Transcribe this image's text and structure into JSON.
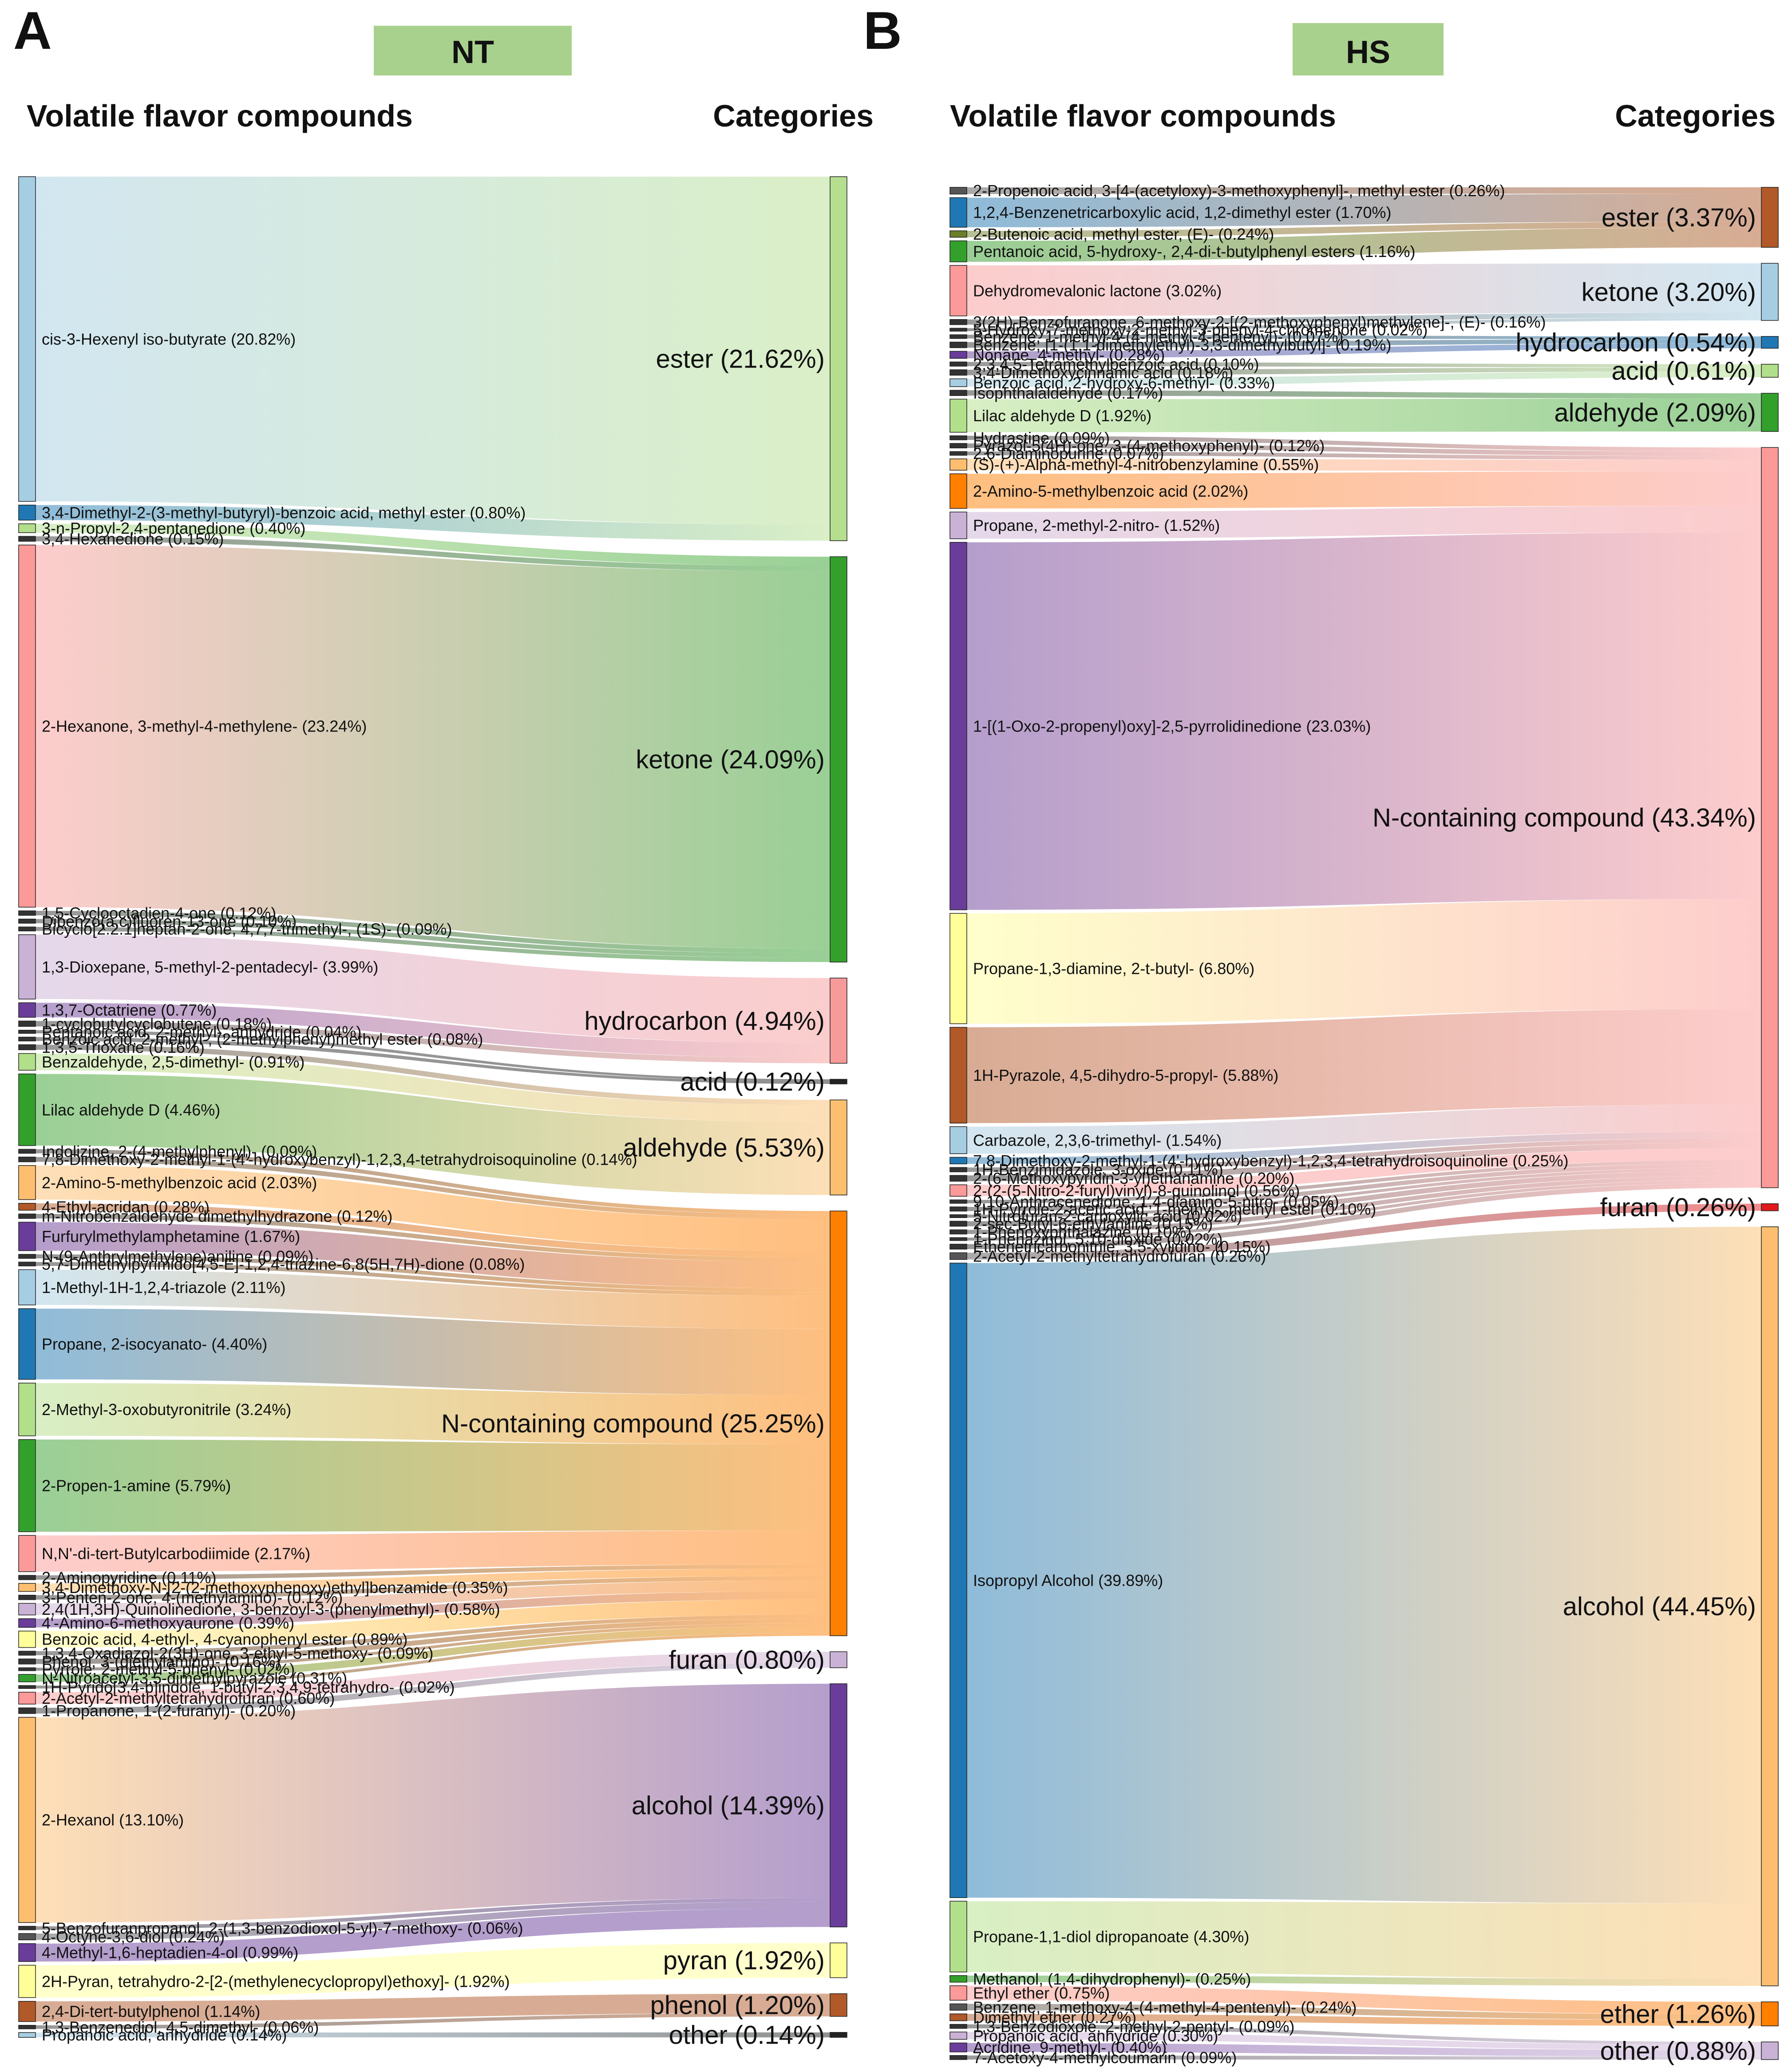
{
  "panels": [
    {
      "id": "A",
      "letter": "A",
      "group": "NT",
      "left_header": "Volatile flavor compounds",
      "right_header": "Categories",
      "categories": [
        {
          "label": "ester (21.62%)",
          "value": 21.62,
          "color": "#b5df8f"
        },
        {
          "label": "ketone (24.09%)",
          "value": 24.09,
          "color": "#33a02c"
        },
        {
          "label": "hydrocarbon (4.94%)",
          "value": 4.94,
          "color": "#f79a9a"
        },
        {
          "label": "acid (0.12%)",
          "value": 0.12,
          "color": "#222222"
        },
        {
          "label": "aldehyde (5.53%)",
          "value": 5.53,
          "color": "#fbbf6f"
        },
        {
          "label": "N-containing compound (25.25%)",
          "value": 25.25,
          "color": "#ff7f00"
        },
        {
          "label": "furan (0.80%)",
          "value": 0.8,
          "color": "#cab2d6"
        },
        {
          "label": "alcohol (14.39%)",
          "value": 14.39,
          "color": "#6a3d9a"
        },
        {
          "label": "pyran (1.92%)",
          "value": 1.92,
          "color": "#ffff99"
        },
        {
          "label": "phenol (1.20%)",
          "value": 1.2,
          "color": "#b15928"
        },
        {
          "label": "other (0.14%)",
          "value": 0.14,
          "color": "#222222"
        }
      ],
      "compounds": [
        {
          "label": "cis-3-Hexenyl iso-butyrate (20.82%)",
          "value": 20.82,
          "color": "#a6cee3",
          "cat": 0
        },
        {
          "label": "3,4-Dimethyl-2-(3-methyl-butyryl)-benzoic acid, methyl ester (0.80%)",
          "value": 0.8,
          "color": "#1f78b4",
          "cat": 0
        },
        {
          "label": "3-n-Propyl-2,4-pentanedione (0.40%)",
          "value": 0.4,
          "color": "#b2df8a",
          "cat": 1
        },
        {
          "label": "3,4-Hexanedione (0.15%)",
          "value": 0.15,
          "color": "#333333",
          "cat": 1
        },
        {
          "label": "2-Hexanone, 3-methyl-4-methylene- (23.24%)",
          "value": 23.24,
          "color": "#fb9a99",
          "cat": 1
        },
        {
          "label": "1,5-Cyclooctadien-4-one (0.12%)",
          "value": 0.12,
          "color": "#333333",
          "cat": 1
        },
        {
          "label": "Dibenzo(a,c)fluoren-13-one (0.10%)",
          "value": 0.1,
          "color": "#333333",
          "cat": 1
        },
        {
          "label": "Bicyclo[2.2.1]heptan-2-one, 4,7,7-trimethyl-, (1S)- (0.09%)",
          "value": 0.09,
          "color": "#333333",
          "cat": 1
        },
        {
          "label": "1,3-Dioxepane, 5-methyl-2-pentadecyl- (3.99%)",
          "value": 3.99,
          "color": "#cab2d6",
          "cat": 2
        },
        {
          "label": "1,3,7-Octatriene (0.77%)",
          "value": 0.77,
          "color": "#6a3d9a",
          "cat": 2
        },
        {
          "label": "1-cyclobutylcyclobutene (0.18%)",
          "value": 0.18,
          "color": "#333333",
          "cat": 2
        },
        {
          "label": "Pentanoic acid, 2-methyl-, anhydride (0.04%)",
          "value": 0.04,
          "color": "#333333",
          "cat": 3
        },
        {
          "label": "Benzoic acid, 2-methyl-, (2-methylphenyl)methyl ester (0.08%)",
          "value": 0.08,
          "color": "#333333",
          "cat": 3
        },
        {
          "label": "1,3,5-Trioxane (0.16%)",
          "value": 0.16,
          "color": "#333333",
          "cat": 4
        },
        {
          "label": "Benzaldehyde, 2,5-dimethyl- (0.91%)",
          "value": 0.91,
          "color": "#b2df8a",
          "cat": 4
        },
        {
          "label": "Lilac aldehyde D (4.46%)",
          "value": 4.46,
          "color": "#33a02c",
          "cat": 4
        },
        {
          "label": "Indolizine, 2-(4-methylphenyl)- (0.09%)",
          "value": 0.09,
          "color": "#333333",
          "cat": 5
        },
        {
          "label": "7,8-Dimethoxy-2-methyl-1-(4'-hydroxybenzyl)-1,2,3,4-tetrahydroisoquinoline (0.14%)",
          "value": 0.14,
          "color": "#333333",
          "cat": 5
        },
        {
          "label": "2-Amino-5-methylbenzoic acid (2.03%)",
          "value": 2.03,
          "color": "#fdbf6f",
          "cat": 5
        },
        {
          "label": "4-Ethyl-acridan (0.28%)",
          "value": 0.28,
          "color": "#b15928",
          "cat": 5
        },
        {
          "label": "m-Nitrobenzaldehyde dimethylhydrazone (0.12%)",
          "value": 0.12,
          "color": "#333333",
          "cat": 5
        },
        {
          "label": "Furfurylmethylamphetamine (1.67%)",
          "value": 1.67,
          "color": "#6a3d9a",
          "cat": 5
        },
        {
          "label": "N-(9-Anthrylmethylene)aniline (0.09%)",
          "value": 0.09,
          "color": "#333333",
          "cat": 5
        },
        {
          "label": "5,7-Dimethylpyrimido[4,5-E]-1,2,4-triazine-6,8(5H,7H)-dione (0.08%)",
          "value": 0.08,
          "color": "#333333",
          "cat": 5
        },
        {
          "label": "1-Methyl-1H-1,2,4-triazole (2.11%)",
          "value": 2.11,
          "color": "#a6cee3",
          "cat": 5
        },
        {
          "label": "Propane, 2-isocyanato- (4.40%)",
          "value": 4.4,
          "color": "#1f78b4",
          "cat": 5
        },
        {
          "label": "2-Methyl-3-oxobutyronitrile (3.24%)",
          "value": 3.24,
          "color": "#b2df8a",
          "cat": 5
        },
        {
          "label": "2-Propen-1-amine (5.79%)",
          "value": 5.79,
          "color": "#33a02c",
          "cat": 5
        },
        {
          "label": "N,N'-di-tert-Butylcarbodiimide (2.17%)",
          "value": 2.17,
          "color": "#fb9a99",
          "cat": 5
        },
        {
          "label": "2-Aminopyridine (0.11%)",
          "value": 0.11,
          "color": "#333333",
          "cat": 5
        },
        {
          "label": "3,4-Dimethoxy-N-[2-(2-methoxyphenoxy)ethyl]benzamide (0.35%)",
          "value": 0.35,
          "color": "#fdbf6f",
          "cat": 5
        },
        {
          "label": "3-Penten-2-one, 4-(methylamino)- (0.12%)",
          "value": 0.12,
          "color": "#333333",
          "cat": 5
        },
        {
          "label": "2,4(1H,3H)-Quinolinedione, 3-benzoyl-3-(phenylmethyl)- (0.58%)",
          "value": 0.58,
          "color": "#cab2d6",
          "cat": 5
        },
        {
          "label": "4'-Amino-6-methoxyaurone (0.39%)",
          "value": 0.39,
          "color": "#6a3d9a",
          "cat": 5
        },
        {
          "label": "Benzoic acid, 4-ethyl-, 4-cyanophenyl ester (0.89%)",
          "value": 0.89,
          "color": "#ffff99",
          "cat": 5
        },
        {
          "label": "1,3,4-Oxadiazol-2(3H)-one, 3-ethyl-5-methoxy- (0.09%)",
          "value": 0.09,
          "color": "#333333",
          "cat": 5
        },
        {
          "label": "Phenol, 3-(diethylamino)- (0.16%)",
          "value": 0.16,
          "color": "#333333",
          "cat": 5
        },
        {
          "label": "Pyrrole, 2-methyl-5-phenyl- (0.02%)",
          "value": 0.02,
          "color": "#333333",
          "cat": 5
        },
        {
          "label": "N-Nitroacetyl-3,5-dimethylpyrazole (0.31%)",
          "value": 0.31,
          "color": "#33a02c",
          "cat": 5
        },
        {
          "label": "1H-Pyrido[3,4-b]indole, 1-butyl-2,3,4,9-tetrahydro- (0.02%)",
          "value": 0.02,
          "color": "#333333",
          "cat": 5
        },
        {
          "label": "2-Acetyl-2-methyltetrahydrofuran (0.60%)",
          "value": 0.6,
          "color": "#fb9a99",
          "cat": 6
        },
        {
          "label": "1-Propanone, 1-(2-furanyl)- (0.20%)",
          "value": 0.2,
          "color": "#333333",
          "cat": 6
        },
        {
          "label": "2-Hexanol (13.10%)",
          "value": 13.1,
          "color": "#fdbf6f",
          "cat": 7
        },
        {
          "label": "5-Benzofuranpropanol, 2-(1,3-benzodioxol-5-yl)-7-methoxy- (0.06%)",
          "value": 0.06,
          "color": "#333333",
          "cat": 7
        },
        {
          "label": "4-Octyne-3,6-diol (0.24%)",
          "value": 0.24,
          "color": "#555555",
          "cat": 7
        },
        {
          "label": "4-Methyl-1,6-heptadien-4-ol (0.99%)",
          "value": 0.99,
          "color": "#6a3d9a",
          "cat": 7
        },
        {
          "label": "2H-Pyran, tetrahydro-2-[2-(methylenecyclopropyl)ethoxy]- (1.92%)",
          "value": 1.92,
          "color": "#ffff99",
          "cat": 8
        },
        {
          "label": "2,4-Di-tert-butylphenol (1.14%)",
          "value": 1.14,
          "color": "#b15928",
          "cat": 9
        },
        {
          "label": "1,3-Benzenediol, 4,5-dimethyl- (0.06%)",
          "value": 0.06,
          "color": "#333333",
          "cat": 9
        },
        {
          "label": "Propanoic acid, anhydride (0.14%)",
          "value": 0.14,
          "color": "#a6cee3",
          "cat": 10
        }
      ]
    },
    {
      "id": "B",
      "letter": "B",
      "group": "HS",
      "left_header": "Volatile flavor compounds",
      "right_header": "Categories",
      "categories": [
        {
          "label": "ester (3.37%)",
          "value": 3.37,
          "color": "#b15928"
        },
        {
          "label": "ketone (3.20%)",
          "value": 3.2,
          "color": "#a6cee3"
        },
        {
          "label": "hydrocarbon (0.54%)",
          "value": 0.54,
          "color": "#1f78b4"
        },
        {
          "label": "acid (0.61%)",
          "value": 0.61,
          "color": "#b2df8a"
        },
        {
          "label": "aldehyde (2.09%)",
          "value": 2.09,
          "color": "#33a02c"
        },
        {
          "label": "N-containing compound (43.34%)",
          "value": 43.34,
          "color": "#fb9a99"
        },
        {
          "label": "furan (0.26%)",
          "value": 0.26,
          "color": "#e31a1c"
        },
        {
          "label": "alcohol (44.45%)",
          "value": 44.45,
          "color": "#fdbf6f"
        },
        {
          "label": "ether (1.26%)",
          "value": 1.26,
          "color": "#ff7f00"
        },
        {
          "label": "other (0.88%)",
          "value": 0.88,
          "color": "#cab2d6"
        }
      ],
      "compounds": [
        {
          "label": "2-Propenoic acid, 3-[4-(acetyloxy)-3-methoxyphenyl]-, methyl ester (0.26%)",
          "value": 0.26,
          "color": "#555555",
          "cat": 0
        },
        {
          "label": "1,2,4-Benzenetricarboxylic acid, 1,2-dimethyl ester (1.70%)",
          "value": 1.7,
          "color": "#1f78b4",
          "cat": 0
        },
        {
          "label": "2-Butenoic acid, methyl ester, (E)- (0.24%)",
          "value": 0.24,
          "color": "#6b7f2a",
          "cat": 0
        },
        {
          "label": "Pentanoic acid, 5-hydroxy-, 2,4-di-t-butylphenyl esters (1.16%)",
          "value": 1.16,
          "color": "#33a02c",
          "cat": 0
        },
        {
          "label": "Dehydromevalonic lactone (3.02%)",
          "value": 3.02,
          "color": "#fb9a99",
          "cat": 1
        },
        {
          "label": "3(2H)-Benzofuranone, 6-methoxy-2-[(2-methoxyphenyl)methylene]-, (E)- (0.16%)",
          "value": 0.16,
          "color": "#333333",
          "cat": 1
        },
        {
          "label": "5-Hydroxy-7-methoxy-2-methyl-3-phenyl-4-chromenone (0.02%)",
          "value": 0.02,
          "color": "#333333",
          "cat": 1
        },
        {
          "label": "Benzene, 1-methyl-4-(4-methyl-4-pentenyl)- (0.07%)",
          "value": 0.07,
          "color": "#333333",
          "cat": 2
        },
        {
          "label": "Benzene, [1-(1,1-dimethylethyl)-3,3-dimethylbutyl]- (0.19%)",
          "value": 0.19,
          "color": "#333333",
          "cat": 2
        },
        {
          "label": "Nonane, 4-methyl- (0.28%)",
          "value": 0.28,
          "color": "#6a3d9a",
          "cat": 2
        },
        {
          "label": "2,3,4,5-Tetramethylbenzoic acid (0.10%)",
          "value": 0.1,
          "color": "#333333",
          "cat": 3
        },
        {
          "label": "3,4-Dimethoxycinnamic acid (0.18%)",
          "value": 0.18,
          "color": "#333333",
          "cat": 3
        },
        {
          "label": "Benzoic acid, 2-hydroxy-6-methyl- (0.33%)",
          "value": 0.33,
          "color": "#a6cee3",
          "cat": 3
        },
        {
          "label": "Isophthalaldehyde (0.17%)",
          "value": 0.17,
          "color": "#333333",
          "cat": 4
        },
        {
          "label": "Lilac aldehyde D (1.92%)",
          "value": 1.92,
          "color": "#b2df8a",
          "cat": 4
        },
        {
          "label": "Hydrastine (0.09%)",
          "value": 0.09,
          "color": "#333333",
          "cat": 5
        },
        {
          "label": "Pyrazol-5(4H)-one, 3-(4-methoxyphenyl)- (0.12%)",
          "value": 0.12,
          "color": "#333333",
          "cat": 5
        },
        {
          "label": "2,6-Diaminopurine (0.07%)",
          "value": 0.07,
          "color": "#333333",
          "cat": 5
        },
        {
          "label": "(S)-(+)-Alpha-methyl-4-nitrobenzylamine (0.55%)",
          "value": 0.55,
          "color": "#fdbf6f",
          "cat": 5
        },
        {
          "label": "2-Amino-5-methylbenzoic acid (2.02%)",
          "value": 2.02,
          "color": "#ff7f00",
          "cat": 5
        },
        {
          "label": "Propane, 2-methyl-2-nitro- (1.52%)",
          "value": 1.52,
          "color": "#cab2d6",
          "cat": 5
        },
        {
          "label": "1-[(1-Oxo-2-propenyl)oxy]-2,5-pyrrolidinedione (23.03%)",
          "value": 23.03,
          "color": "#6a3d9a",
          "cat": 5
        },
        {
          "label": "Propane-1,3-diamine, 2-t-butyl- (6.80%)",
          "value": 6.8,
          "color": "#ffff99",
          "cat": 5
        },
        {
          "label": "1H-Pyrazole, 4,5-dihydro-5-propyl- (5.88%)",
          "value": 5.88,
          "color": "#b15928",
          "cat": 5
        },
        {
          "label": "Carbazole, 2,3,6-trimethyl- (1.54%)",
          "value": 1.54,
          "color": "#a6cee3",
          "cat": 5
        },
        {
          "label": "7,8-Dimethoxy-2-methyl-1-(4'-hydroxybenzyl)-1,2,3,4-tetrahydroisoquinoline (0.25%)",
          "value": 0.25,
          "color": "#1f78b4",
          "cat": 5
        },
        {
          "label": "1H-Benzimidazole, 3-oxide (0.11%)",
          "value": 0.11,
          "color": "#333333",
          "cat": 5
        },
        {
          "label": "2-(6-Methoxypyridin-3-yl)ethanamine (0.20%)",
          "value": 0.2,
          "color": "#333333",
          "cat": 5
        },
        {
          "label": "2-(2-(5-Nitro-2-furyl)vinyl)-8-quinolinol (0.56%)",
          "value": 0.56,
          "color": "#fb9a99",
          "cat": 5
        },
        {
          "label": "9,10-Anthracenedione, 1,4-diamino-5-nitro- (0.05%)",
          "value": 0.05,
          "color": "#333333",
          "cat": 5
        },
        {
          "label": "1H-Pyrrole-2-acetic acid, 1-methyl-, methyl ester (0.10%)",
          "value": 0.1,
          "color": "#333333",
          "cat": 5
        },
        {
          "label": "5-Nitrofuran-2-carboxylic acid (0.02%)",
          "value": 0.02,
          "color": "#333333",
          "cat": 5
        },
        {
          "label": "2-sec-Butyl-6-ethylaniline (0.15%)",
          "value": 0.15,
          "color": "#333333",
          "cat": 5
        },
        {
          "label": "1-Phenoxyphthalazine (0.10%)",
          "value": 0.1,
          "color": "#333333",
          "cat": 5
        },
        {
          "label": "1-Phenazinol, 5,10-dioxide (0.02%)",
          "value": 0.02,
          "color": "#333333",
          "cat": 5
        },
        {
          "label": "Ethenetricarbonitrile, 3,5-xylidino- (0.15%)",
          "value": 0.15,
          "color": "#333333",
          "cat": 5
        },
        {
          "label": "2-Acetyl-2-methyltetrahydrofuran (0.26%)",
          "value": 0.26,
          "color": "#555555",
          "cat": 6
        },
        {
          "label": "Isopropyl Alcohol (39.89%)",
          "value": 39.89,
          "color": "#1f78b4",
          "cat": 7
        },
        {
          "label": "Propane-1,1-diol dipropanoate (4.30%)",
          "value": 4.3,
          "color": "#b2df8a",
          "cat": 7
        },
        {
          "label": "Methanol, (1,4-dihydrophenyl)- (0.25%)",
          "value": 0.25,
          "color": "#33a02c",
          "cat": 7
        },
        {
          "label": "Ethyl ether (0.75%)",
          "value": 0.75,
          "color": "#fb9a99",
          "cat": 8
        },
        {
          "label": "Benzene, 1-methoxy-4-(4-methyl-4-pentenyl)- (0.24%)",
          "value": 0.24,
          "color": "#555555",
          "cat": 8
        },
        {
          "label": "Dimethyl ether (0.27%)",
          "value": 0.27,
          "color": "#b15928",
          "cat": 8
        },
        {
          "label": "1,3-Benzodioxole, 2-methyl-2-pentyl- (0.09%)",
          "value": 0.09,
          "color": "#333333",
          "cat": 9
        },
        {
          "label": "Propanoic acid, anhydride (0.30%)",
          "value": 0.3,
          "color": "#cab2d6",
          "cat": 9
        },
        {
          "label": "Acridine, 9-methyl- (0.40%)",
          "value": 0.4,
          "color": "#6a3d9a",
          "cat": 9
        },
        {
          "label": "7-Acetoxy-4-methylcoumarin (0.09%)",
          "value": 0.09,
          "color": "#333333",
          "cat": 9
        }
      ]
    }
  ]
}
